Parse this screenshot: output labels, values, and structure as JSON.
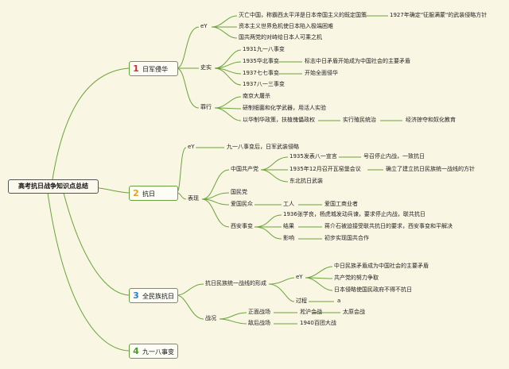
{
  "root": "高考抗日战争知识点总结",
  "branches": [
    {
      "num": "1",
      "num_color": "#d03028",
      "label": "日军侵华"
    },
    {
      "num": "2",
      "num_color": "#e8a020",
      "label": "抗日"
    },
    {
      "num": "3",
      "num_color": "#2c7fc9",
      "label": "全民族抗日"
    },
    {
      "num": "4",
      "num_color": "#4a9c2a",
      "label": "九一八事变"
    }
  ],
  "b1": {
    "cause": "eY",
    "cause_items": [
      "灭亡中国，称霸西太平洋是日本帝国主义的既定国策",
      "资本主义世界危机使日本陷入极端困难",
      "国共两党的对峙给日本人可乘之机"
    ],
    "cause_note": "1927年确定\"征服满蒙\"的武装侵略方针",
    "history": "史实",
    "history_items": [
      "1931九一八事变",
      "1935华北事变",
      "1937七七事变",
      "1937八一三事变"
    ],
    "history_notes": [
      "标志中日矛盾开始成为中国社会的主要矛盾",
      "开始全面侵华"
    ],
    "crime": "罪行",
    "crime_items": [
      "南京大屠杀",
      "研制细菌和化学武器，用活人实验",
      "以华制华政策，扶植傀儡政权"
    ],
    "crime_notes": [
      "实行殖民统治",
      "经济掠夺和奴化教育"
    ]
  },
  "b2": {
    "ey": "eY",
    "ey_item": "九一八事变后，日军武装侵略",
    "perf": "表现",
    "cpc": "中国共产党",
    "cpc_items": [
      "1935发表八一宣言",
      "1935年12月召开瓦窑堡会议",
      "东北抗日武装"
    ],
    "cpc_notes": [
      "号召停止内战，一致抗日",
      "确立了建立抗日民族统一战线的方针"
    ],
    "kmt": "国民党",
    "masses": "爱国民众",
    "masses_items": [
      "工人",
      "爱国工商业者"
    ],
    "xian": "西安事变",
    "xian_items": [
      "1936张学良，杨虎城发动兵谏，要求停止内战，联共抗日",
      "结果",
      "影响"
    ],
    "xian_notes": [
      "蒋介石被迫接受联共抗日的要求，西安事变和平解决",
      "初步实现国共合作"
    ]
  },
  "b3": {
    "front": "抗日民族统一战线的形成",
    "ey": "eY",
    "ey_items": [
      "中日民族矛盾成为中国社会的主要矛盾",
      "共产党的努力争取",
      "日本侵略使国民政府不得不抗日"
    ],
    "process": "过程",
    "process_note": "a",
    "war": "战况",
    "front_war": "正面战场",
    "front_items": [
      "淞沪会战",
      "太原会战"
    ],
    "rear_war": "敌后战场",
    "rear_item": "1940百团大战"
  }
}
